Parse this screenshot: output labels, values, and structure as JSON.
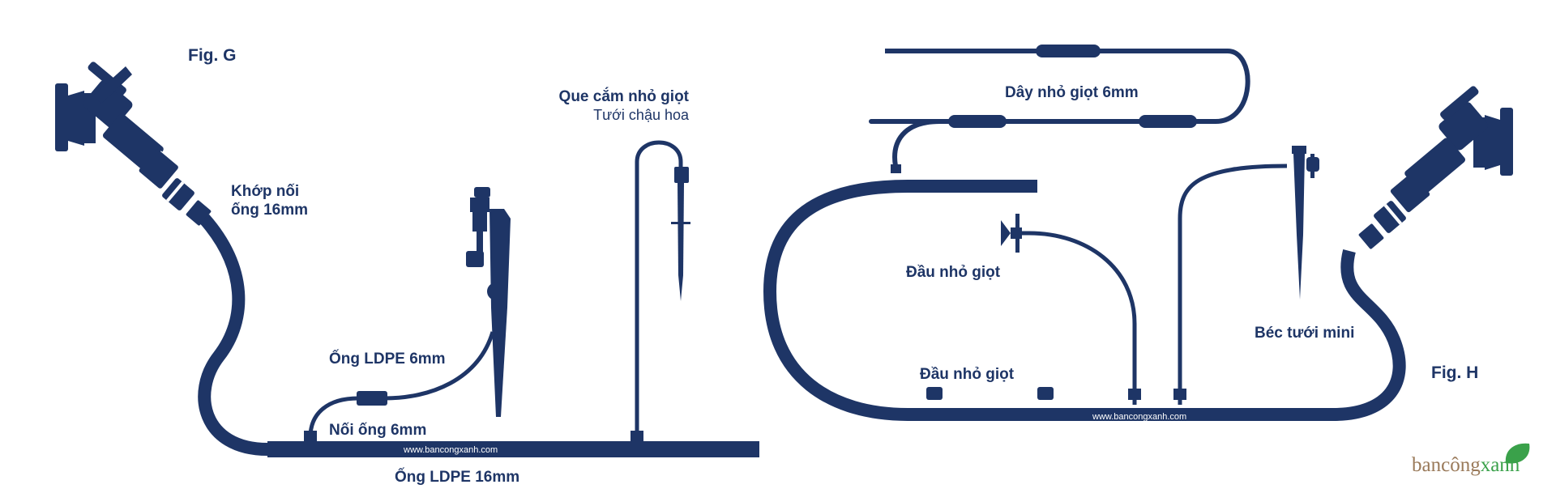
{
  "colors": {
    "primary": "#1e3566",
    "logo_brown": "#9a7a5a",
    "logo_green": "#3aa14a",
    "background": "#ffffff"
  },
  "fig_g": {
    "title": "Fig. G",
    "label_connector": [
      "Khớp nối",
      "ống 16mm"
    ],
    "label_stake_title": "Que cắm nhỏ giọt",
    "label_stake_sub": "Tưới chậu hoa",
    "label_ldpe6": "Ống LDPE 6mm",
    "label_joint6": "Nối ống 6mm",
    "label_ldpe16": "Ống LDPE 16mm",
    "website": "www.bancongxanh.com"
  },
  "fig_h": {
    "title": "Fig. H",
    "label_drip_line": "Dây nhỏ giọt 6mm",
    "label_dripper_upper": "Đầu nhỏ giọt",
    "label_dripper_lower": "Đầu nhỏ giọt",
    "label_mini_sprinkler": "Béc tưới mini",
    "website": "www.bancongxanh.com"
  },
  "logo": {
    "part1": "bancông",
    "part2": "xanh",
    "icon": "leaf-icon"
  }
}
